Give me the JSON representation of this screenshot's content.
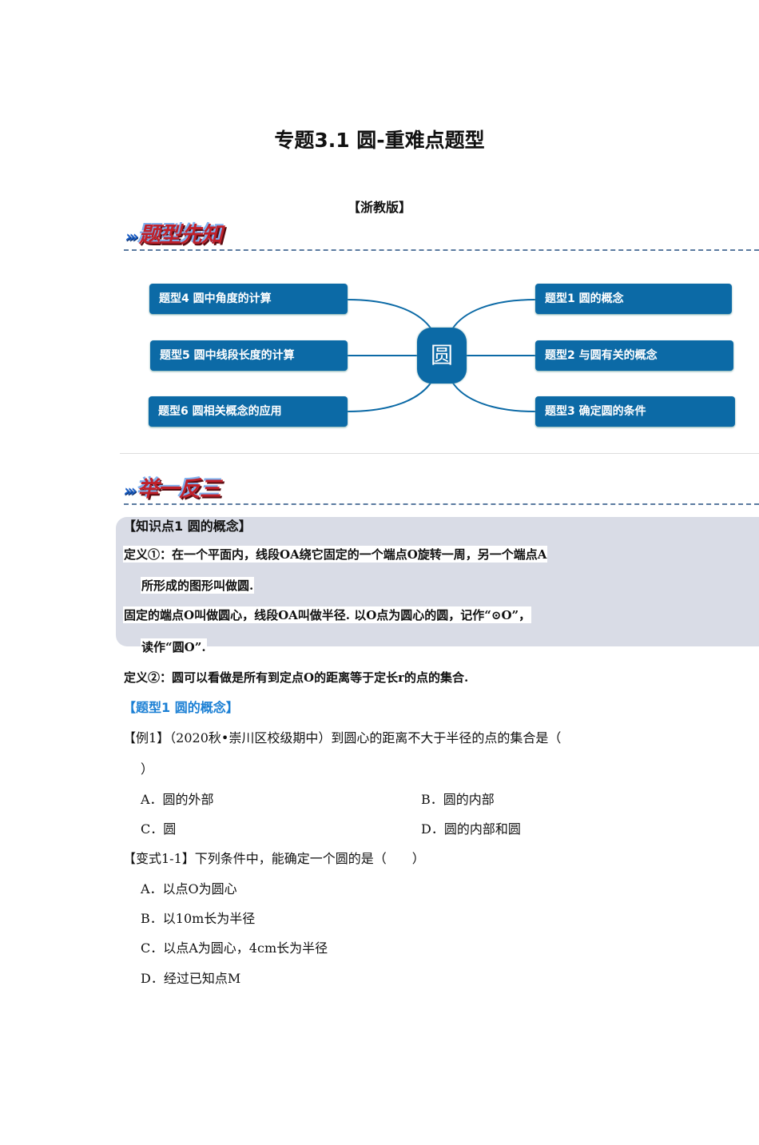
{
  "title": "专题3.1  圆-重难点题型",
  "edition": "【浙教版】",
  "banner1": {
    "arrows": "›››",
    "text": "题型先知"
  },
  "banner2": {
    "arrows": "›››",
    "text": "举一反三"
  },
  "mindmap": {
    "center": "圆",
    "left": [
      "题型4  圆中角度的计算",
      "题型5  圆中线段长度的计算",
      "题型6  圆相关概念的应用"
    ],
    "right": [
      "题型1  圆的概念",
      "题型2  与圆有关的概念",
      "题型3  确定圆的条件"
    ],
    "color": "#0c6aa6"
  },
  "knowledge": {
    "heading": "【知识点1  圆的概念】",
    "lines": [
      "定义①：在一个平面内，线段OA绕它固定的一个端点O旋转一周，另一个端点A",
      "所形成的图形叫做圆.",
      "固定的端点O叫做圆心，线段OA叫做半径. 以O点为圆心的圆，记作“⊙O”，",
      "读作“圆O”."
    ],
    "def2": "定义②：圆可以看做是所有到定点O的距离等于定长r的点的集合."
  },
  "type1_heading": "【题型1  圆的概念】",
  "example1": {
    "stem": "【例1】（2020秋•崇川区校级期中）到圆心的距离不大于半径的点的集合是（",
    "close": "）",
    "options": [
      "A．圆的外部",
      "B．圆的内部",
      "C．圆",
      "D．圆的内部和圆"
    ]
  },
  "variant1": {
    "stem": "【变式1-1】下列条件中，能确定一个圆的是（　　）",
    "options": [
      "A．以点O为圆心",
      "B．以10m长为半径",
      "C．以点A为圆心，4cm长为半径",
      "D．经过已知点M"
    ]
  }
}
